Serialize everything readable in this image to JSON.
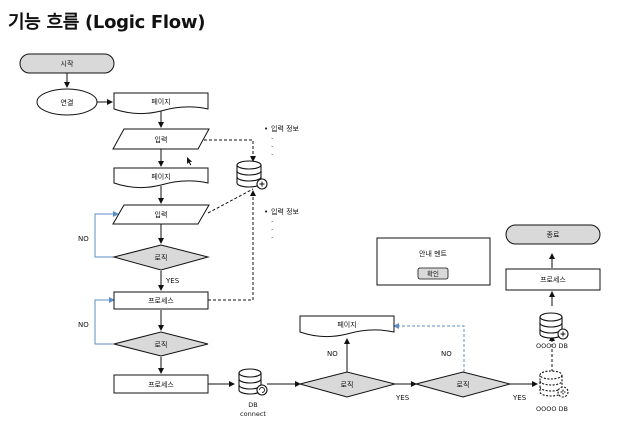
{
  "title": "기능 흐름 (Logic Flow)",
  "nodes": {
    "start": "시작",
    "connect": "연결",
    "page1": "페이지",
    "input1": "입력",
    "page2": "페이지",
    "input2": "입력",
    "logic1": "로직",
    "process1": "프로세스",
    "logic2": "로직",
    "process2": "프로세스",
    "db_connect_line1": "DB",
    "db_connect_line2": "connect",
    "logic3": "로직",
    "logic4": "로직",
    "page3": "페이지",
    "db_top": "OOOO DB",
    "db_bottom": "OOOO DB",
    "process3": "프로세스",
    "end": "종료",
    "guide_title": "안내 멘트",
    "guide_button": "확인"
  },
  "notes": {
    "input_info_1": "입력 정보",
    "input_info_2": "입력 정보",
    "bullet": "•",
    "dots": "·"
  },
  "edge_labels": {
    "no": "NO",
    "yes": "YES"
  },
  "colors": {
    "stroke": "#111111",
    "fill_gray": "#d9d9d9",
    "loop_blue": "#5b8fc7"
  }
}
